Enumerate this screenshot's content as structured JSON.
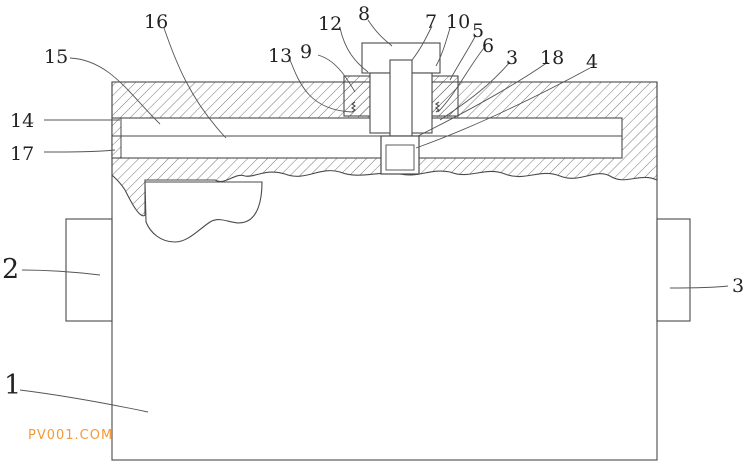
{
  "labels": {
    "l1": "1",
    "l2": "2",
    "l3_right": "3",
    "l3_top": "3",
    "l4": "4",
    "l5": "5",
    "l6": "6",
    "l7": "7",
    "l8": "8",
    "l9": "9",
    "l10": "10",
    "l12": "12",
    "l13": "13",
    "l14": "14",
    "l15": "15",
    "l16": "16",
    "l17": "17",
    "l18": "18"
  },
  "watermark": "PV001.COM"
}
